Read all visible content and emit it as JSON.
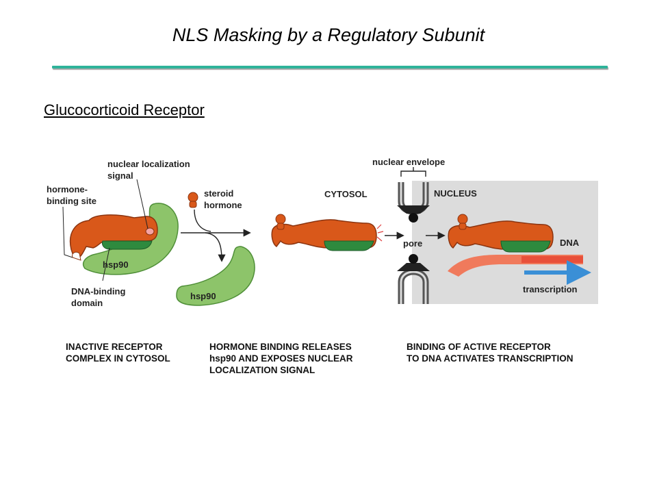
{
  "slide": {
    "title": "NLS Masking by a Regulatory Subunit",
    "subtitle": "Glucocorticoid Receptor"
  },
  "labels": {
    "nls_1": "nuclear localization",
    "nls_2": "signal",
    "hormone_site_1": "hormone-",
    "hormone_site_2": "binding site",
    "hsp90_a": "hsp90",
    "hsp90_b": "hsp90",
    "dna_binding_1": "DNA-binding",
    "dna_binding_2": "domain",
    "steroid_1": "steroid",
    "steroid_2": "hormone",
    "cytosol": "CYTOSOL",
    "nuclear_envelope": "nuclear envelope",
    "nucleus": "NUCLEUS",
    "pore": "pore",
    "dna": "DNA",
    "transcription": "transcription"
  },
  "captions": {
    "step1": [
      "INACTIVE RECEPTOR",
      "COMPLEX IN CYTOSOL"
    ],
    "step2": [
      "HORMONE BINDING RELEASES",
      "hsp90 AND EXPOSES NUCLEAR",
      "LOCALIZATION SIGNAL"
    ],
    "step3": [
      "BINDING OF ACTIVE RECEPTOR",
      "TO DNA ACTIVATES TRANSCRIPTION"
    ]
  },
  "colors": {
    "receptor": "#d9581a",
    "dna_binding_domain": "#2e8a3e",
    "hsp90": "#8dc46a",
    "nucleus_bg": "#dcdcdc",
    "dna": "#f07a5c",
    "transcription_arrow": "#3a8fd6",
    "title_rule": "#2fb39a"
  }
}
